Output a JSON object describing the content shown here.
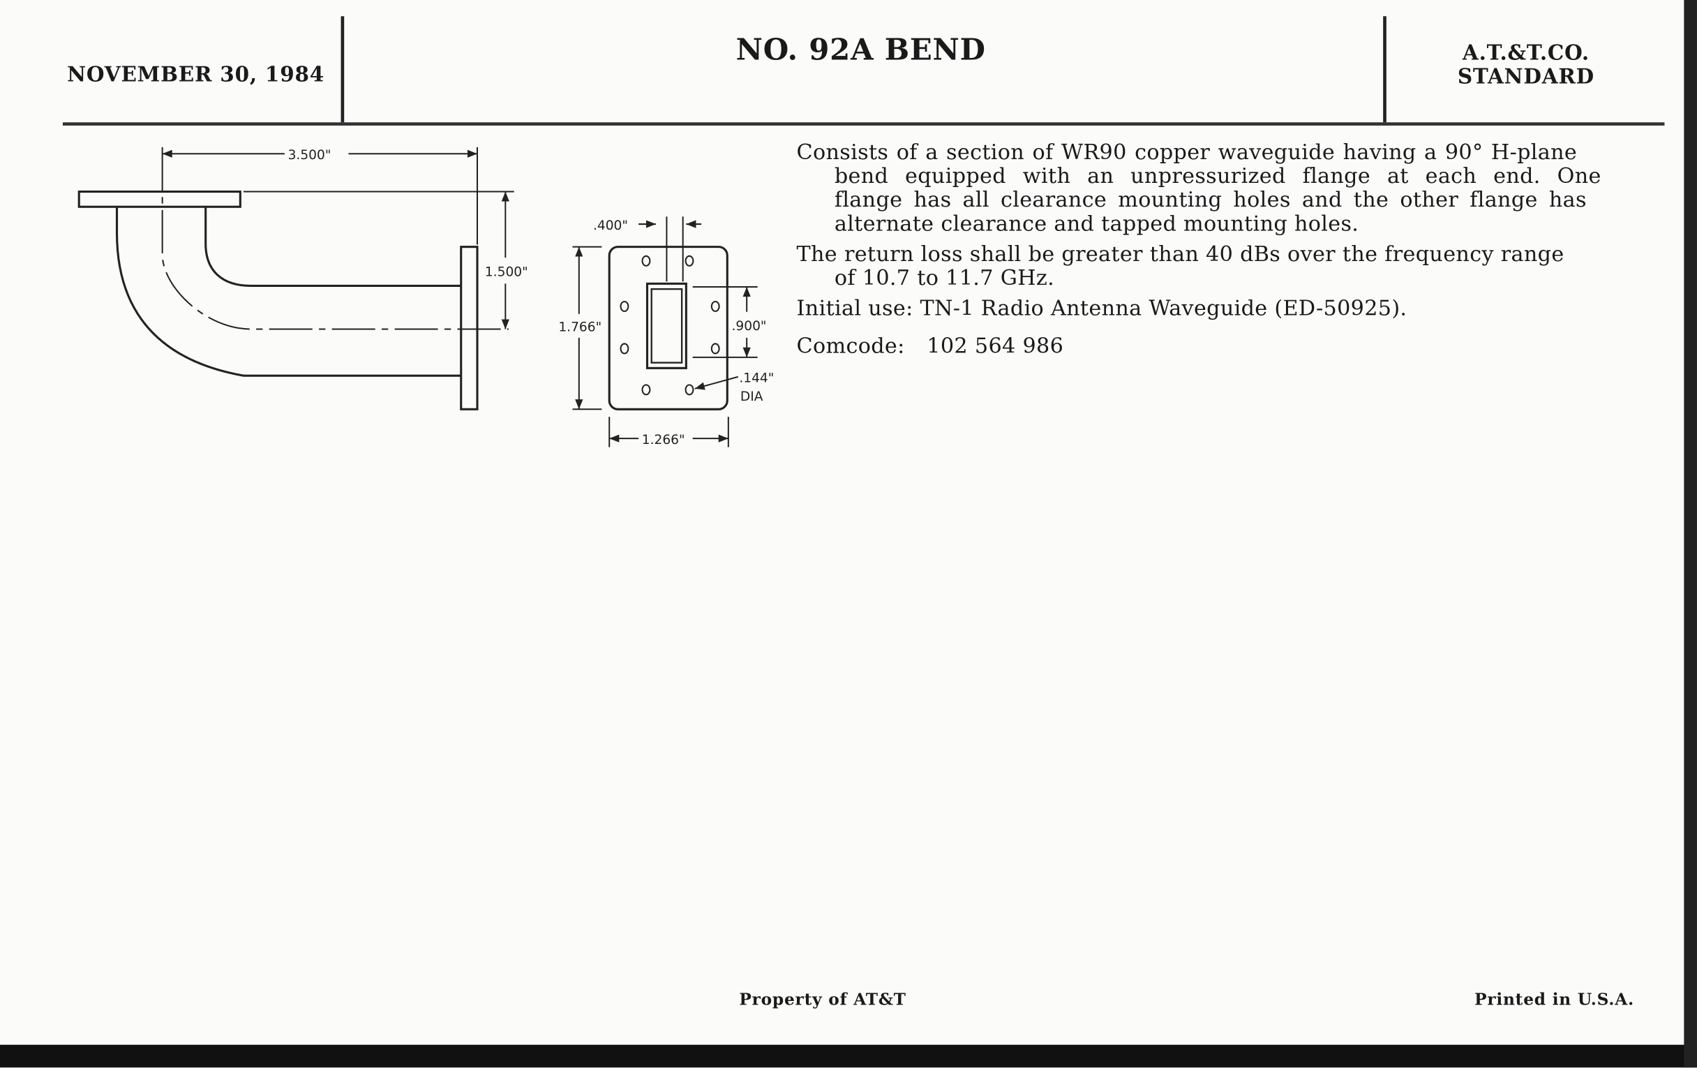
{
  "header": {
    "date": "NOVEMBER 30, 1984",
    "title": "NO. 92A BEND",
    "standard_line1": "A.T.&T.CO.",
    "standard_line2": "STANDARD"
  },
  "description": {
    "para1": [
      "Consists of a section of WR90 copper waveguide having a 90° H-plane",
      "bend equipped with an unpressurized flange at each end. One",
      "flange has all clearance mounting holes and the other flange has",
      "alternate clearance and tapped mounting holes."
    ],
    "para2": [
      "The return loss shall be greater than 40 dBs over the frequency range",
      "of 10.7 to 11.7 GHz."
    ],
    "initial_use": "Initial use: TN-1 Radio Antenna Waveguide (ED-50925).",
    "comcode_label": "Comcode:",
    "comcode_value": "102 564 986"
  },
  "drawing": {
    "dim_length": "3.500\"",
    "dim_height": "1.500\"",
    "dim_aperture_offset": ".400\"",
    "dim_flange_height": "1.766\"",
    "dim_aperture_height": ".900\"",
    "dim_hole": ".144\"",
    "dim_hole_suffix": "DIA",
    "dim_flange_width": "1.266\""
  },
  "footer": {
    "property": "Property of AT&T",
    "printed": "Printed in U.S.A."
  }
}
